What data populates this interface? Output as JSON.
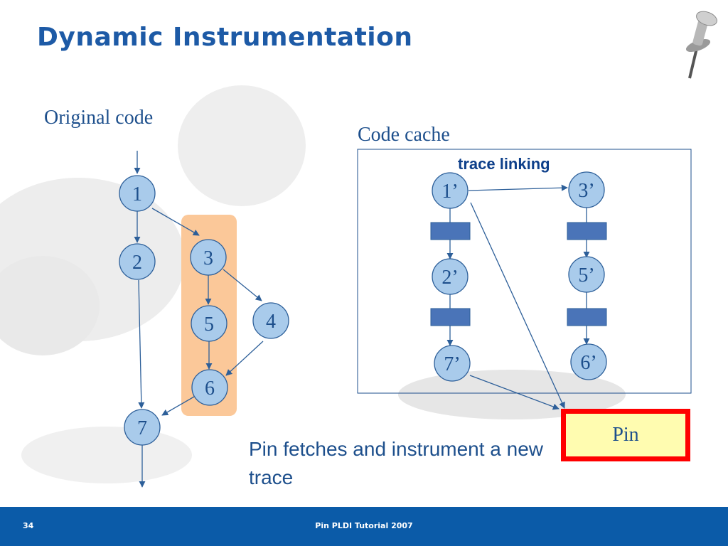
{
  "title": "Dynamic Instrumentation",
  "labels": {
    "original_code": "Original code",
    "code_cache": "Code cache",
    "trace_linking": "trace linking"
  },
  "original_nodes": [
    "1",
    "2",
    "3",
    "4",
    "5",
    "6",
    "7"
  ],
  "cache_nodes": [
    "1’",
    "2’",
    "7’",
    "3’",
    "5’",
    "6’"
  ],
  "pin_label": "Pin",
  "caption": "Pin fetches and instrument a new trace",
  "footer": {
    "slide_number": "34",
    "text": "Pin PLDI Tutorial 2007"
  },
  "colors": {
    "title": "#1d5aa6",
    "node_fill": "#a9cbeb",
    "node_stroke": "#2d5f99",
    "highlight": "#fbc899",
    "stub": "#4a74b8",
    "pin_fill": "#fffcb0",
    "pin_border": "#ff0000",
    "footer_bg": "#0b5ba8"
  },
  "icons": {
    "logo": "pushpin-icon"
  }
}
